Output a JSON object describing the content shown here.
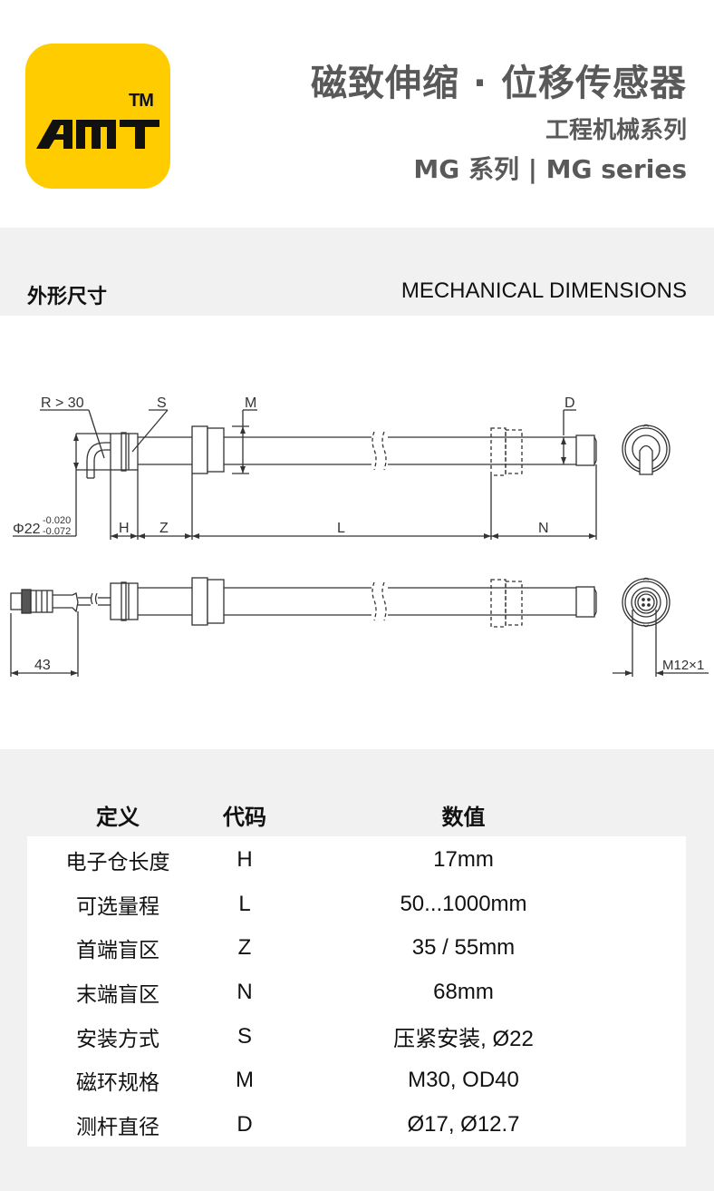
{
  "header": {
    "logo": {
      "brand": "AMT",
      "trademark": "TM",
      "background_color": "#ffcc00"
    },
    "title": "磁致伸缩 · 位移传感器",
    "subtitle": "工程机械系列",
    "series": "MG 系列  |  MG series",
    "text_color": "#595959"
  },
  "section": {
    "title_cn": "外形尺寸",
    "title_en": "MECHANICAL DIMENSIONS",
    "background_color": "#f1f1f1"
  },
  "drawing": {
    "top_view_labels": {
      "bend_radius": "R > 30",
      "mount": "S",
      "magnet": "M",
      "rod_diameter": "D",
      "housing_diameter": "Φ22",
      "tolerance_upper": "-0.020",
      "tolerance_lower": "-0.072",
      "H": "H",
      "Z": "Z",
      "L": "L",
      "N": "N"
    },
    "bottom_view_labels": {
      "connector_length": "43",
      "thread": "M12×1"
    }
  },
  "table": {
    "headers": {
      "definition": "定义",
      "code": "代码",
      "value": "数值"
    },
    "rows": [
      {
        "definition": "电子仓长度",
        "code": "H",
        "value": "17mm"
      },
      {
        "definition": "可选量程",
        "code": "L",
        "value": "50...1000mm"
      },
      {
        "definition": "首端盲区",
        "code": "Z",
        "value": "35 / 55mm"
      },
      {
        "definition": "末端盲区",
        "code": "N",
        "value": "68mm"
      },
      {
        "definition": "安装方式",
        "code": "S",
        "value": "压紧安装, Ø22"
      },
      {
        "definition": "磁环规格",
        "code": "M",
        "value": "M30, OD40"
      },
      {
        "definition": "测杆直径",
        "code": "D",
        "value": "Ø17, Ø12.7"
      }
    ]
  }
}
